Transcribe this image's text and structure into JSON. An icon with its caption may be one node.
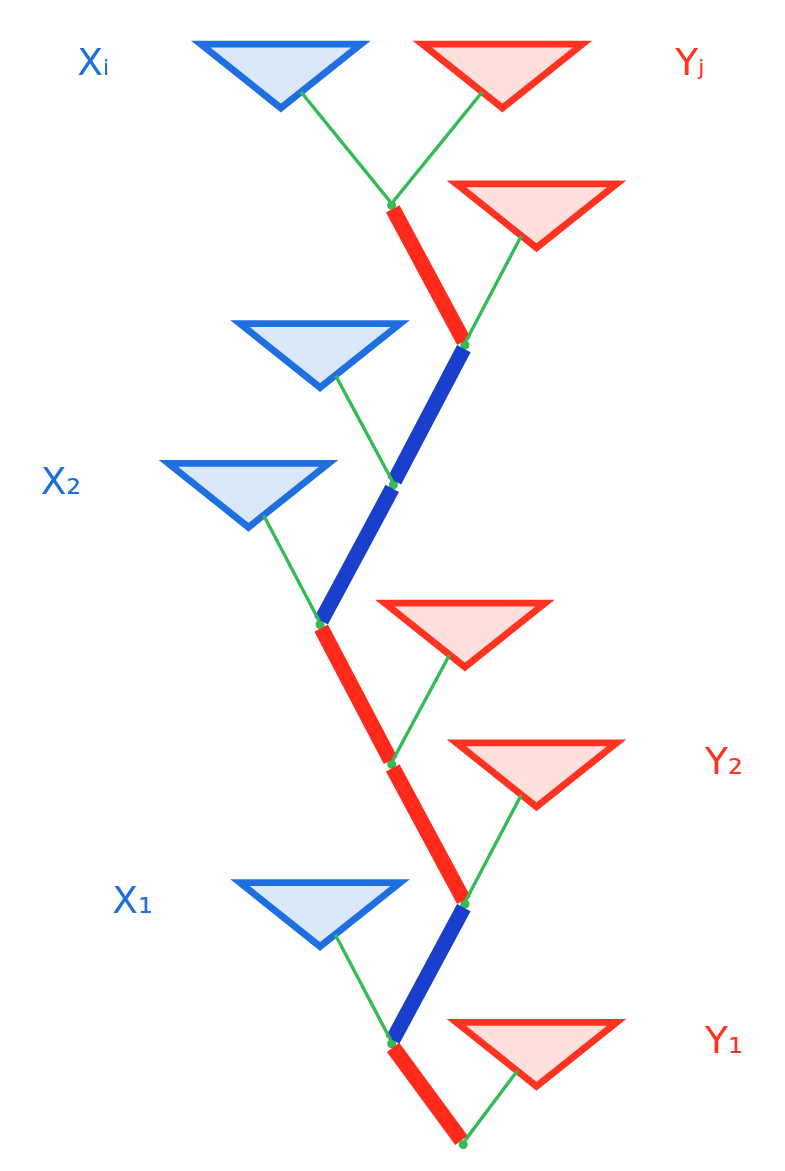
{
  "diagram": {
    "nodes": [
      {
        "text": [
          "Xᵢ"
        ]
      },
      {
        "text": [
          "Yⱼ"
        ]
      },
      {
        "text": [],
        "shape": "point"
      },
      {
        "text": [],
        "shape": "triangle"
      },
      {
        "text": [],
        "shape": "point"
      },
      {
        "text": [],
        "shape": "triangle"
      },
      {
        "text": [],
        "shape": "point"
      },
      {
        "text": [
          "X₂"
        ]
      },
      {
        "text": [],
        "shape": "point"
      },
      {
        "text": [],
        "shape": "triangle"
      },
      {
        "text": [],
        "shape": "point"
      },
      {
        "text": [
          "Y₂"
        ]
      },
      {
        "text": [],
        "shape": "point"
      },
      {
        "text": [
          "X₁"
        ]
      },
      {
        "text": [],
        "shape": "point"
      },
      {
        "text": [
          "Y₁"
        ]
      },
      {
        "text": [],
        "shape": "point"
      }
    ],
    "edges": [
      {
        "from": 16,
        "to": 14,
        "arrow": "none",
        "style": "thick",
        "color": "#ff2a1a"
      },
      {
        "from": 16,
        "to": 15,
        "arrow": "none"
      },
      {
        "from": 14,
        "to": 13,
        "arrow": "none"
      },
      {
        "from": 14,
        "to": 12,
        "arrow": "none",
        "style": "thick",
        "color": "#1a3fcc"
      },
      {
        "from": 12,
        "to": 10,
        "arrow": "none",
        "style": "thick",
        "color": "#ff2a1a"
      },
      {
        "from": 12,
        "to": 11,
        "arrow": "none"
      },
      {
        "from": 10,
        "to": 8,
        "arrow": "none",
        "style": "thick",
        "color": "#ff2a1a"
      },
      {
        "from": 10,
        "to": 9,
        "arrow": "none"
      },
      {
        "from": 8,
        "to": 7,
        "arrow": "none"
      },
      {
        "from": 8,
        "to": 6,
        "arrow": "none",
        "style": "thick",
        "color": "#1a3fcc"
      },
      {
        "from": 6,
        "to": 5,
        "arrow": "none"
      },
      {
        "from": 6,
        "to": 4,
        "arrow": "none",
        "style": "thick",
        "color": "#1a3fcc"
      },
      {
        "from": 4,
        "to": 2,
        "arrow": "none",
        "style": "thick",
        "color": "#ff2a1a"
      },
      {
        "from": 4,
        "to": 3,
        "arrow": "none"
      },
      {
        "from": 2,
        "to": 0,
        "arrow": "none"
      },
      {
        "from": 2,
        "to": 1,
        "arrow": "none"
      }
    ]
  }
}
